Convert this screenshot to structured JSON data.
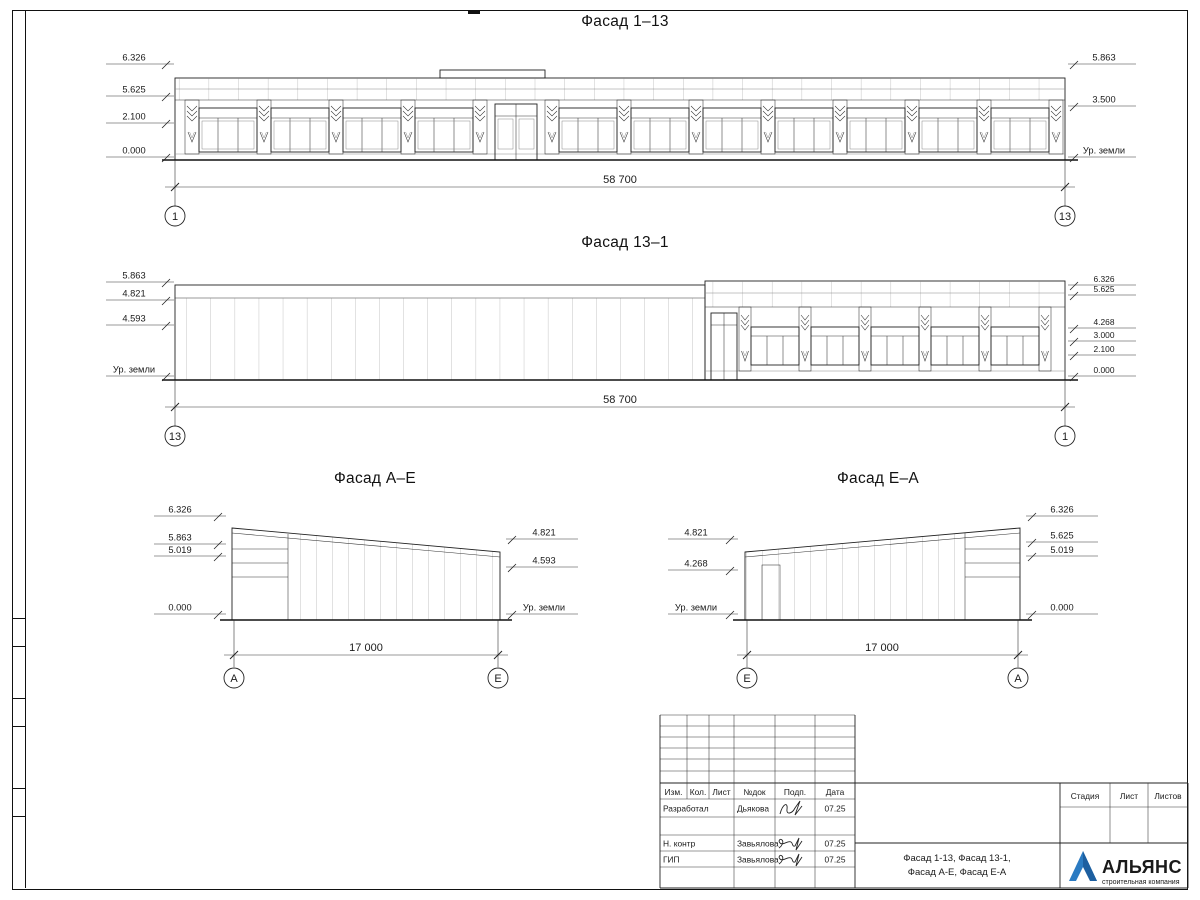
{
  "f1": {
    "title": "Фасад 1–13",
    "dim": "58 700",
    "axis_l": "1",
    "axis_r": "13",
    "ml": [
      "6.326",
      "5.625",
      "2.100",
      "0.000"
    ],
    "mr": [
      "5.863",
      "3.500",
      "Ур. земли"
    ]
  },
  "f2": {
    "title": "Фасад 13–1",
    "dim": "58 700",
    "axis_l": "13",
    "axis_r": "1",
    "ml": [
      "5.863",
      "4.821",
      "4.593",
      "Ур. земли"
    ],
    "mr": [
      "6.326",
      "5.625",
      "4.268",
      "3.000",
      "2.100",
      "0.000"
    ]
  },
  "f3": {
    "title": "Фасад А–Е",
    "dim": "17 000",
    "axis_l": "А",
    "axis_r": "Е",
    "ml": [
      "6.326",
      "5.863",
      "5.019",
      "0.000"
    ],
    "mr": [
      "4.821",
      "4.593",
      "Ур. земли"
    ]
  },
  "f4": {
    "title": "Фасад Е–А",
    "dim": "17 000",
    "axis_l": "Е",
    "axis_r": "А",
    "ml": [
      "4.821",
      "4.268",
      "Ур. земли"
    ],
    "mr": [
      "6.326",
      "5.625",
      "5.019",
      "0.000"
    ]
  },
  "tb": {
    "rev_header": [
      "Изм.",
      "Кол.",
      "Лист",
      "№док",
      "Подп.",
      "Дата"
    ],
    "rows": [
      {
        "role": "Разработал",
        "name": "Дьякова",
        "date": "07.25"
      },
      {
        "role": "Н. контр",
        "name": "Завьялова",
        "date": "07.25"
      },
      {
        "role": "ГИП",
        "name": "Завьялова",
        "date": "07.25"
      }
    ],
    "title_line1": "Фасад 1-13, Фасад 13-1,",
    "title_line2": "Фасад А-Е, Фасад Е-А",
    "stage": [
      "Стадия",
      "Лист",
      "Листов"
    ],
    "logo_name": "АЛЬЯНС",
    "logo_sub": "строительная компания",
    "logo_color": "#2b7bc2",
    "logo_color_dark": "#1d5fa0"
  }
}
